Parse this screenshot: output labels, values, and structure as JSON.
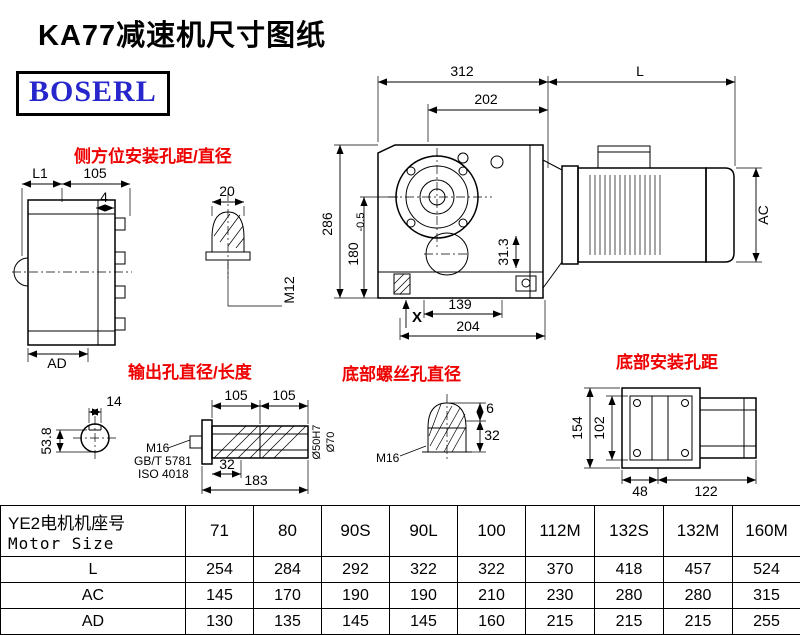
{
  "title": "KA77减速机尺寸图纸",
  "brand": "BOSERL",
  "labels": {
    "side_mount": "侧方位安装孔距/直径",
    "output_hole": "输出孔直径/长度",
    "bottom_screw": "底部螺丝孔直径",
    "bottom_mount": "底部安装孔距"
  },
  "dims": {
    "main": {
      "w312": "312",
      "L": "L",
      "w202": "202",
      "h286": "286",
      "h180": "180",
      "tol": "-0.5",
      "d313": "31.3",
      "w139": "139",
      "w204": "204",
      "x": "X",
      "ac": "AC"
    },
    "side": {
      "l1": "L1",
      "w105": "105",
      "s4": "4",
      "ad": "AD",
      "w20": "20",
      "m12": "M12"
    },
    "output": {
      "k14": "14",
      "d538": "53.8",
      "m16": "M16",
      "std1": "GB/T 5781",
      "std2": "ISO 4018",
      "l105a": "105",
      "l105b": "105",
      "l32": "32",
      "l183": "183",
      "bore": "Ø50H7",
      "hub": "Ø70"
    },
    "screw": {
      "h6": "6",
      "l32": "32",
      "m16": "M16"
    },
    "mount": {
      "h154": "154",
      "h102": "102",
      "w48": "48",
      "w122": "122"
    }
  },
  "table": {
    "header_label_cn": "YE2电机机座号",
    "header_label_en": "Motor Size",
    "sizes": [
      "71",
      "80",
      "90S",
      "90L",
      "100",
      "112M",
      "132S",
      "132M",
      "160M"
    ],
    "rows": [
      {
        "label": "L",
        "values": [
          "254",
          "284",
          "292",
          "322",
          "322",
          "370",
          "418",
          "457",
          "524"
        ]
      },
      {
        "label": "AC",
        "values": [
          "145",
          "170",
          "190",
          "190",
          "210",
          "230",
          "280",
          "280",
          "315"
        ]
      },
      {
        "label": "AD",
        "values": [
          "130",
          "135",
          "145",
          "145",
          "160",
          "215",
          "215",
          "215",
          "255"
        ]
      }
    ]
  }
}
